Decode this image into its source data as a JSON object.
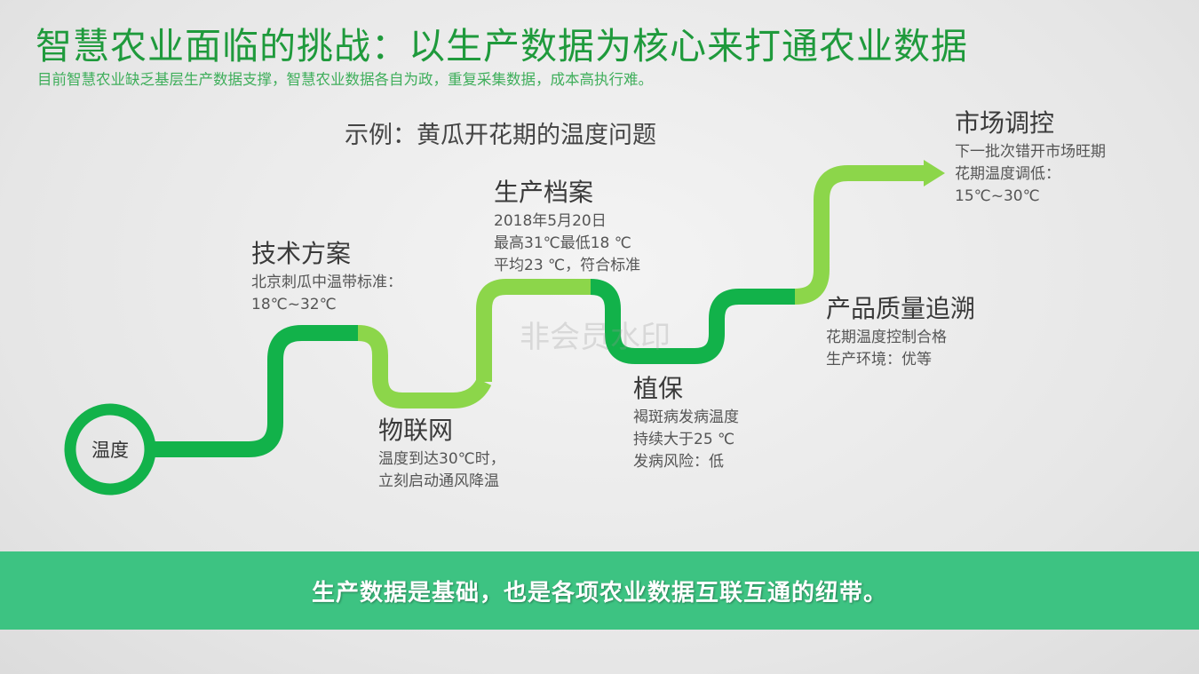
{
  "title": "智慧农业面临的挑战：以生产数据为核心来打通农业数据",
  "subtitle": "目前智慧农业缺乏基层生产数据支撑，智慧农业数据各自为政，重复采集数据，成本高执行难。",
  "example": "示例：黄瓜开花期的温度问题",
  "start_label": "温度",
  "colors": {
    "dark_green": "#12b24a",
    "light_green": "#8cd64a",
    "banner": "#3dc382"
  },
  "stages": [
    {
      "title": "技术方案",
      "lines": [
        "北京刺瓜中温带标准：",
        "18℃~32℃"
      ]
    },
    {
      "title": "物联网",
      "lines": [
        "温度到达30℃时，",
        "立刻启动通风降温"
      ]
    },
    {
      "title": "生产档案",
      "lines": [
        "2018年5月20日",
        "最高31℃最低18 ℃",
        "平均23 ℃，符合标准"
      ]
    },
    {
      "title": "植保",
      "lines": [
        "褐斑病发病温度",
        "持续大于25 ℃",
        "发病风险：低"
      ]
    },
    {
      "title": "产品质量追溯",
      "lines": [
        "花期温度控制合格",
        "生产环境：优等"
      ]
    },
    {
      "title": "市场调控",
      "lines": [
        "下一批次错开市场旺期",
        "花期温度调低：",
        "15℃~30℃"
      ]
    }
  ],
  "watermark": "非会员水印",
  "banner": "生产数据是基础，也是各项农业数据互联互通的纽带。"
}
